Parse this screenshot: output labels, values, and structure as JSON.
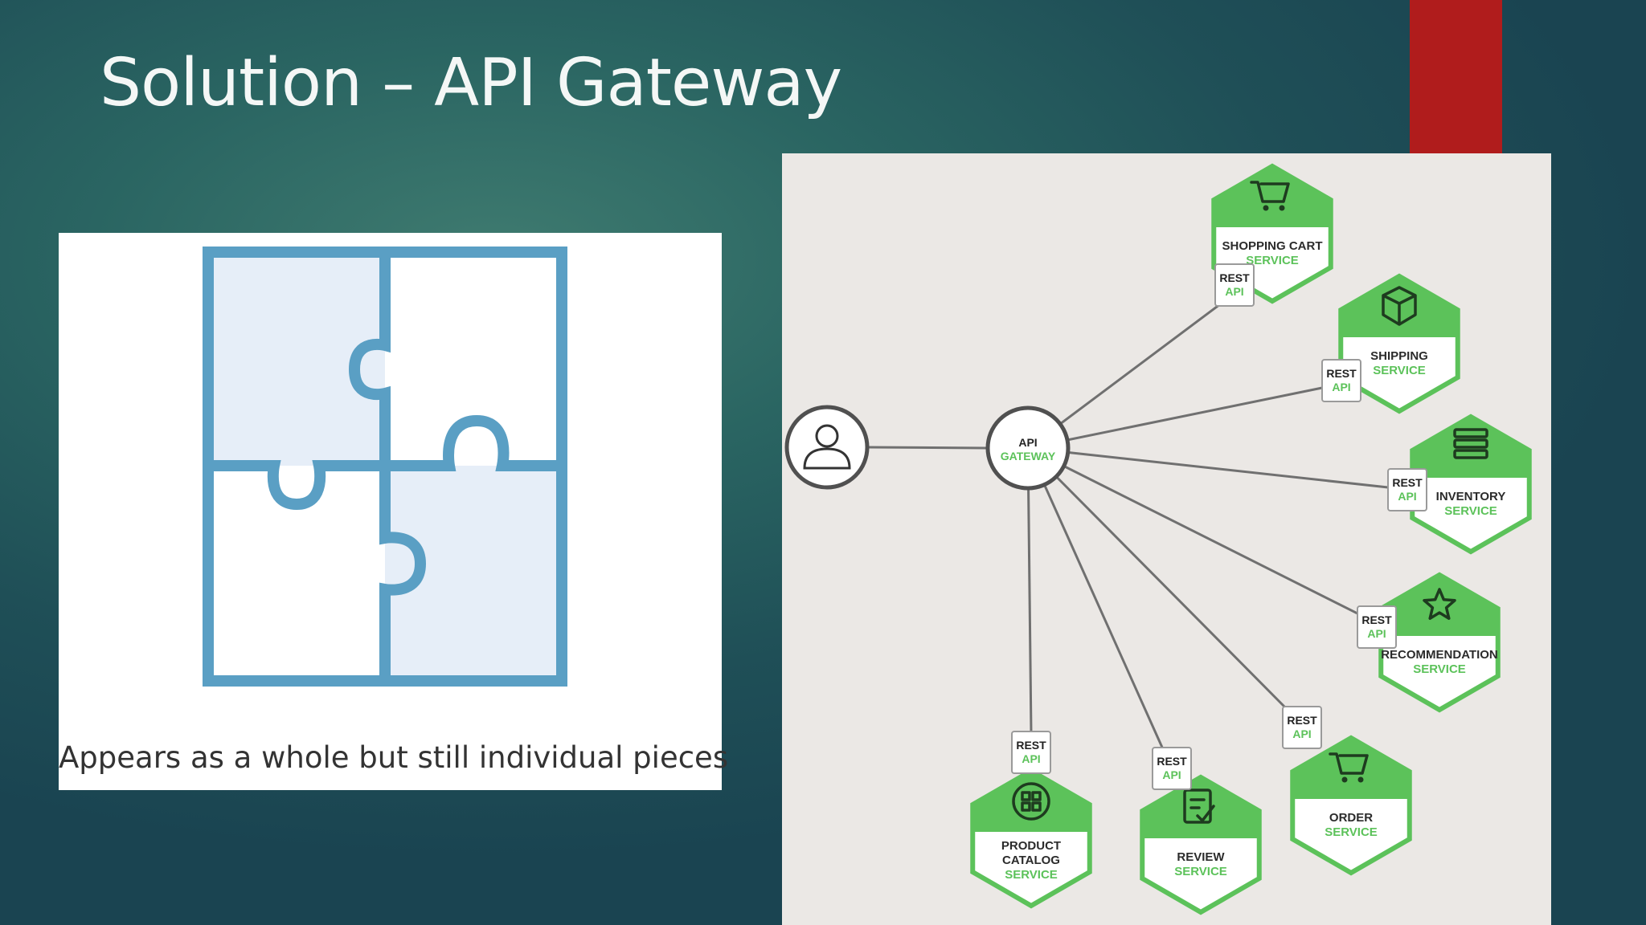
{
  "slide": {
    "title": "Solution – API Gateway",
    "accent_color": "#b01c1c"
  },
  "puzzle_panel": {
    "caption": "Appears as a whole but still individual pieces",
    "piece_color": "#5a9fc4",
    "fill_color": "#e6eef8"
  },
  "diagram": {
    "client": {
      "icon": "user-icon"
    },
    "gateway": {
      "line1": "API",
      "line2": "GATEWAY"
    },
    "rest_label": {
      "line1": "REST",
      "line2": "API"
    },
    "green": "#5cc25a",
    "services": [
      {
        "id": "shopping-cart",
        "icon": "cart-icon",
        "name_lines": [
          "SHOPPING CART"
        ],
        "service_label": "SERVICE"
      },
      {
        "id": "shipping",
        "icon": "box-icon",
        "name_lines": [
          "SHIPPING"
        ],
        "service_label": "SERVICE"
      },
      {
        "id": "inventory",
        "icon": "stack-icon",
        "name_lines": [
          "INVENTORY"
        ],
        "service_label": "SERVICE"
      },
      {
        "id": "recommendation",
        "icon": "star-icon",
        "name_lines": [
          "RECOMMENDATION"
        ],
        "service_label": "SERVICE"
      },
      {
        "id": "order",
        "icon": "cart-icon",
        "name_lines": [
          "ORDER"
        ],
        "service_label": "SERVICE"
      },
      {
        "id": "review",
        "icon": "checklist-icon",
        "name_lines": [
          "REVIEW"
        ],
        "service_label": "SERVICE"
      },
      {
        "id": "product-catalog",
        "icon": "grid-icon",
        "name_lines": [
          "PRODUCT",
          "CATALOG"
        ],
        "service_label": "SERVICE"
      }
    ]
  }
}
